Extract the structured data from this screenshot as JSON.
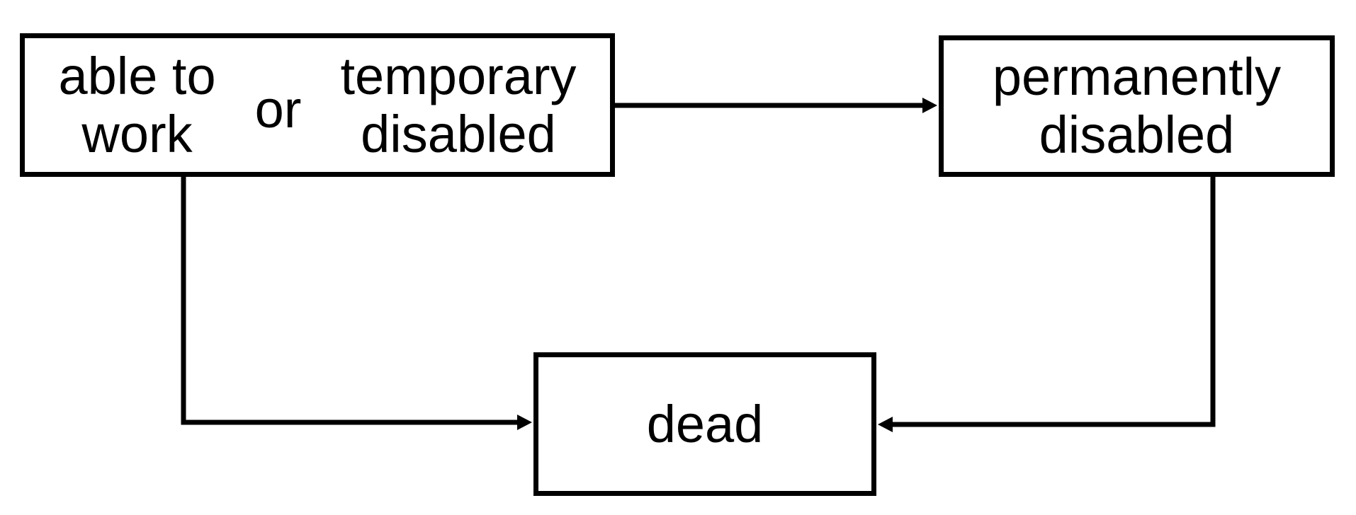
{
  "canvas": {
    "background": "#ffffff",
    "line_color": "#000000",
    "box_fill": "#ffffff",
    "text_color": "#000000"
  },
  "nodes": {
    "start": {
      "option_a": "able to\nwork",
      "conjunction": "or",
      "option_b": "temporary\ndisabled"
    },
    "permanently_disabled": {
      "label": "permanently\ndisabled"
    },
    "dead": {
      "label": "dead"
    }
  },
  "edges": [
    {
      "from": "able to work / temporary disabled",
      "to": "permanently disabled",
      "direction": "right"
    },
    {
      "from": "able to work / temporary disabled",
      "to": "dead",
      "direction": "down-right"
    },
    {
      "from": "permanently disabled",
      "to": "dead",
      "direction": "down-left"
    }
  ]
}
